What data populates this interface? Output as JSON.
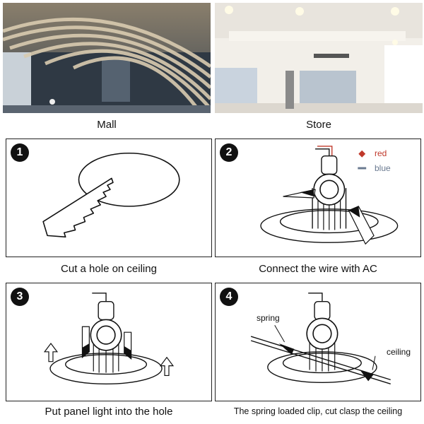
{
  "photos": {
    "left_caption": "Mall",
    "right_caption": "Store"
  },
  "steps": [
    {
      "number": "1",
      "caption": "Cut a hole on ceiling"
    },
    {
      "number": "2",
      "caption": "Connect the wire with AC"
    },
    {
      "number": "3",
      "caption": "Put panel light into the hole"
    },
    {
      "number": "4",
      "caption": "The spring loaded clip, cut clasp the ceiling"
    }
  ],
  "legend": {
    "red": "red",
    "blue": "blue"
  },
  "labels": {
    "spring": "spring",
    "ceiling": "ceiling"
  },
  "colors": {
    "red": "#c0392b",
    "blue": "#6a7a90",
    "border": "#222222"
  }
}
